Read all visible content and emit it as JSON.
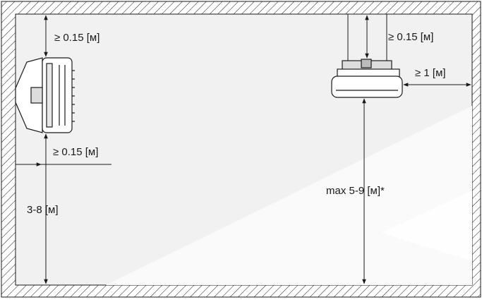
{
  "labels": {
    "top_left_clearance": "≥ 0.15 [м]",
    "side_wall_clearance": "≥ 0.15 [м]",
    "left_mount_height": "3-8 [м]",
    "top_right_clearance": "≥ 0.15 [м]",
    "right_wall_clearance": "≥ 1 [м]",
    "ceiling_mount_height": "max 5-9 [м]*"
  },
  "colors": {
    "line": "#1a1a1a",
    "room_fill": "#f1f1f1",
    "highlight": "#fafafa",
    "background": "#ffffff"
  }
}
